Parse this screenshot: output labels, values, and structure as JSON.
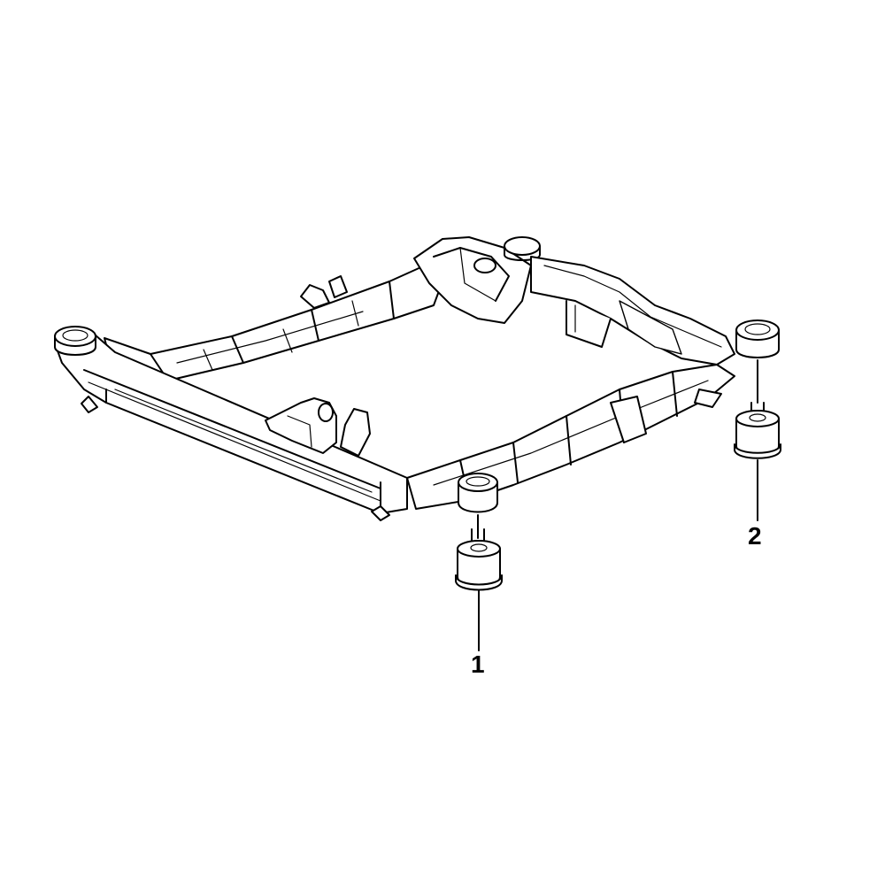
{
  "diagram": {
    "subject": "front-subframe-with-mount-bushings",
    "colors": {
      "line": "#000000",
      "fill": "#ffffff",
      "background": "#ffffff"
    }
  },
  "callouts": [
    {
      "id": "1",
      "label": "1"
    },
    {
      "id": "2",
      "label": "2"
    }
  ]
}
